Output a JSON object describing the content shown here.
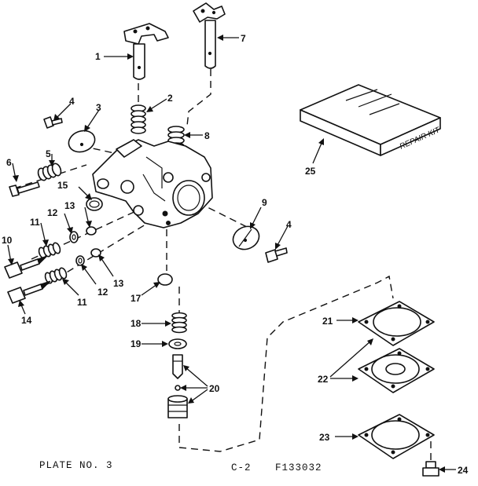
{
  "callouts": [
    "1",
    "2",
    "3",
    "4",
    "4",
    "5",
    "6",
    "7",
    "8",
    "9",
    "10",
    "11",
    "11",
    "12",
    "12",
    "13",
    "13",
    "14",
    "15",
    "17",
    "18",
    "19",
    "20",
    "21",
    "22",
    "23",
    "24",
    "25"
  ],
  "repair_kit_label": "REPAIR KIT",
  "footer": {
    "plate": "PLATE NO. 3",
    "section": "C-2",
    "part_number": "F133032"
  }
}
